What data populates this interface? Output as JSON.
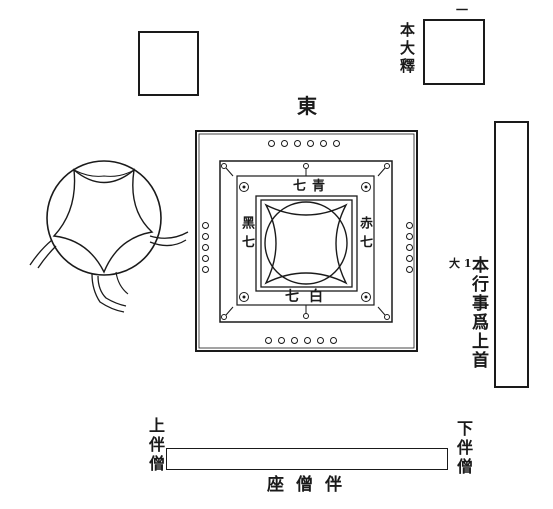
{
  "labels": {
    "top_mark": "一",
    "right_top_vertical": "本大釋",
    "east": "東",
    "inner_top": "七青",
    "inner_left": "黑七",
    "inner_right": "赤七",
    "inner_bottom": "七白",
    "right_main_vertical": "本行事爲上首",
    "right_small": "大 1",
    "bottom_left_vertical": "上伴僧",
    "bottom_right_vertical": "下伴僧",
    "bottom_center": "座僧伴"
  }
}
